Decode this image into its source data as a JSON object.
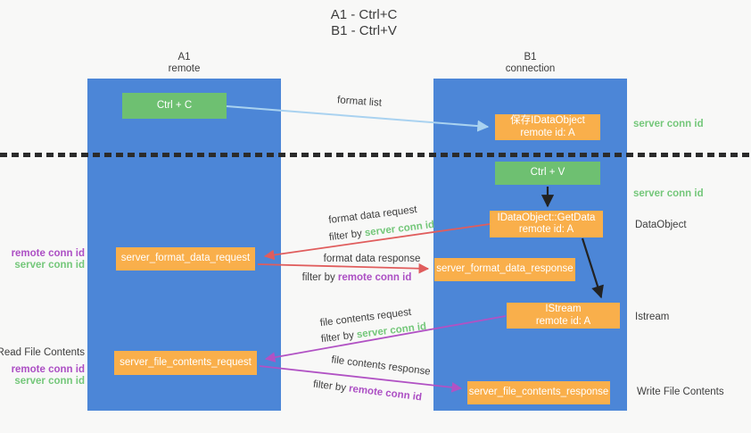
{
  "title": {
    "line1": "A1 - Ctrl+C",
    "line2": "B1 - Ctrl+V"
  },
  "lanes": {
    "a": {
      "name": "A1",
      "subtitle": "remote"
    },
    "b": {
      "name": "B1",
      "subtitle": "connection"
    }
  },
  "nodes": {
    "ctrl_c": {
      "label": "Ctrl + C"
    },
    "save_idataobject": {
      "line1": "保存IDataObject",
      "line2": "remote id: A"
    },
    "ctrl_v": {
      "label": "Ctrl + V"
    },
    "getdata": {
      "line1": "IDataObject::GetData",
      "line2": "remote id: A"
    },
    "format_request": {
      "label": "server_format_data_request"
    },
    "format_response": {
      "label": "server_format_data_response"
    },
    "istream": {
      "line1": "IStream",
      "line2": "remote id: A"
    },
    "file_request": {
      "label": "server_file_contents_request"
    },
    "file_response": {
      "label": "server_file_contents_response"
    }
  },
  "edge_labels": {
    "format_list": "format list",
    "format_data_request": "format data request",
    "format_data_response": "format data response",
    "file_contents_request": "file contents request",
    "file_contents_response": "file contents response",
    "filter_by": "filter by ",
    "server_conn_id": "server conn id",
    "remote_conn_id": "remote conn id"
  },
  "side_labels": {
    "server_conn_id_top": "server conn id",
    "server_conn_id_mid": "server conn id",
    "dataobject": "DataObject",
    "istream": "Istream",
    "write_file_contents": "Write File Contents",
    "read_file_contents": "Read File Contents",
    "remote_conn_id": "remote conn id",
    "server_conn_id": "server conn id"
  },
  "colors": {
    "lane_blue": "#4c86d7",
    "node_orange": "#f9af4b",
    "node_green": "#6ec071",
    "green_text": "#74c77a",
    "purple_text": "#ac4fc4",
    "red_arrow": "#e05d5d",
    "purple_arrow": "#b152c4",
    "blue_arrow": "#a9d2f0",
    "black_arrow": "#222222",
    "text": "#3d3d3d"
  }
}
